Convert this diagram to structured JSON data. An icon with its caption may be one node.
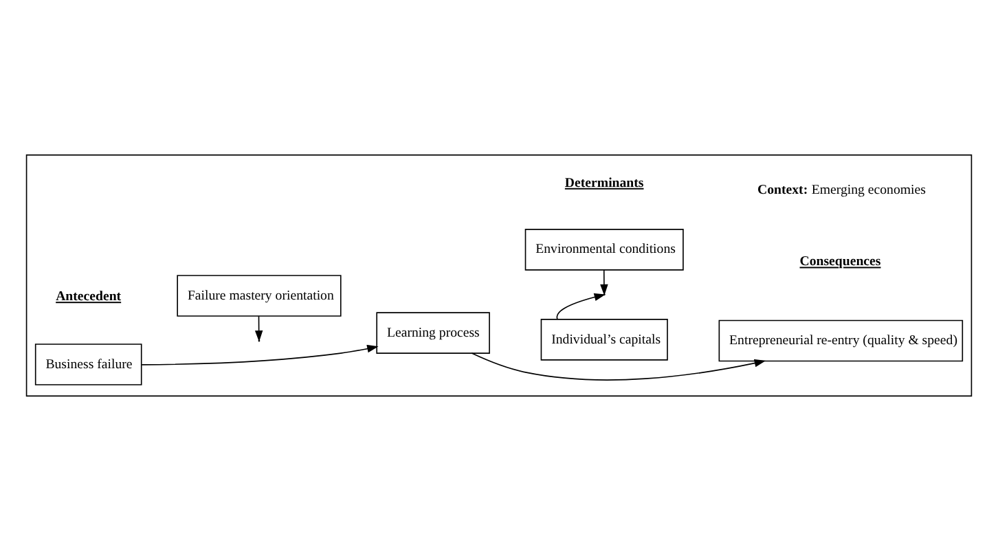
{
  "diagram": {
    "nodes": [
      {
        "text": [],
        "shape": "box"
      },
      {
        "text": [
          "Failure mastery orientation"
        ],
        "in": 0
      },
      {
        "text": [
          "Environmental conditions"
        ],
        "in": 0
      },
      {
        "text": [
          "Business failure"
        ],
        "in": 0
      },
      {
        "text": [
          "Learning process"
        ],
        "in": 0
      },
      {
        "text": [
          "Entrepreneurial re-entry (quality & speed)"
        ],
        "in": 0
      },
      {
        "text": [
          "Individual’s capitals"
        ],
        "in": 0
      }
    ],
    "edges": [
      {
        "from": 3,
        "to": 4,
        "arrow": "to"
      },
      {
        "from": 1,
        "to": null,
        "arrow": "to"
      },
      {
        "from": 4,
        "to": 5,
        "arrow": "to"
      },
      {
        "from": 2,
        "to": null,
        "arrow": "to"
      },
      {
        "from": 6,
        "to": null,
        "arrow": "to"
      }
    ],
    "labels": [
      "**Context:** Emerging economies",
      "Antecedent",
      "Determinants",
      "Consequences"
    ]
  }
}
